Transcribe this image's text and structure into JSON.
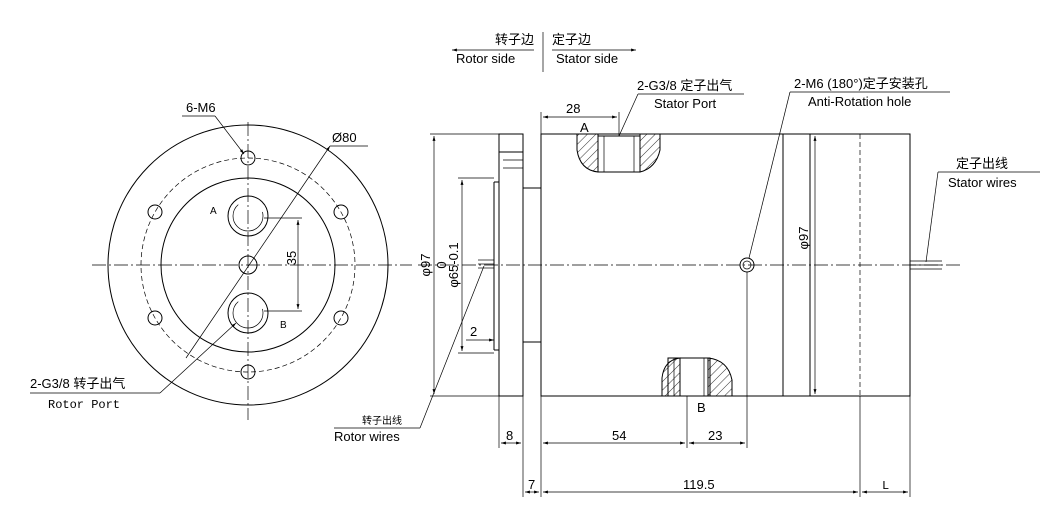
{
  "header": {
    "rotor_side_cn": "转子边",
    "rotor_side_en": "Rotor side",
    "stator_side_cn": "定子边",
    "stator_side_en": "Stator side"
  },
  "front_view": {
    "holes_label": "6-M6",
    "diameter_label": "Ø80",
    "port_a": "A",
    "port_b": "B",
    "spacing_dim": "35",
    "rotor_port_cn": "2-G3/8 转子出气",
    "rotor_port_en": "Rotor Port"
  },
  "side_view": {
    "stator_port_cn": "2-G3/8 定子出气",
    "stator_port_en": "Stator Port",
    "anti_rot_cn": "2-M6 (180°)定子安装孔",
    "anti_rot_en": "Anti-Rotation hole",
    "stator_wires_cn": "定子出线",
    "stator_wires_en": "Stator wires",
    "rotor_wires_cn": "转子出线",
    "rotor_wires_en": "Rotor wires",
    "port_a": "A",
    "port_b": "B",
    "dim_28": "28",
    "dim_dia97_left": "φ97",
    "dim_zero": "0",
    "dim_dia65": "φ65-0.1",
    "dim_dia97_right": "φ97",
    "dim_2": "2",
    "dim_8": "8",
    "dim_54": "54",
    "dim_23": "23",
    "dim_7": "7",
    "dim_119_5": "119.5",
    "dim_L": "L"
  }
}
